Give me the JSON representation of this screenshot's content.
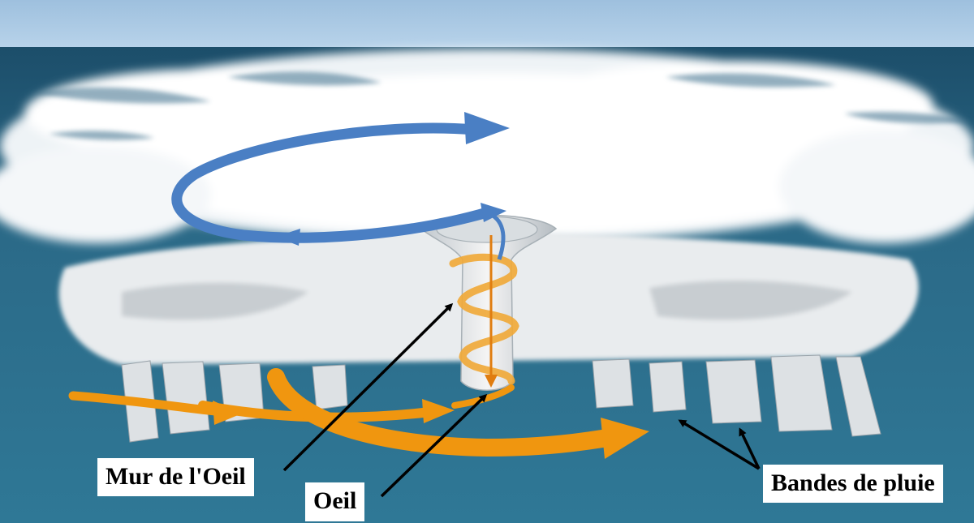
{
  "labels": {
    "eyewall": "Mur de l'Oeil",
    "eye": "Oeil",
    "rainbands": "Bandes de pluie"
  },
  "colors": {
    "sky": "#a9c8e2",
    "sea_dark": "#1f5a78",
    "sea": "#2e7290",
    "cloud": "#ffffff",
    "outflow_arrow": "#4a7fc4",
    "inflow_arrow": "#f0960f",
    "pointer": "#000000"
  },
  "icons": {
    "outflow": "blue-circular-arrow",
    "inflow": "orange-spiral-arrow",
    "pointers": "black-pointer-arrows"
  }
}
